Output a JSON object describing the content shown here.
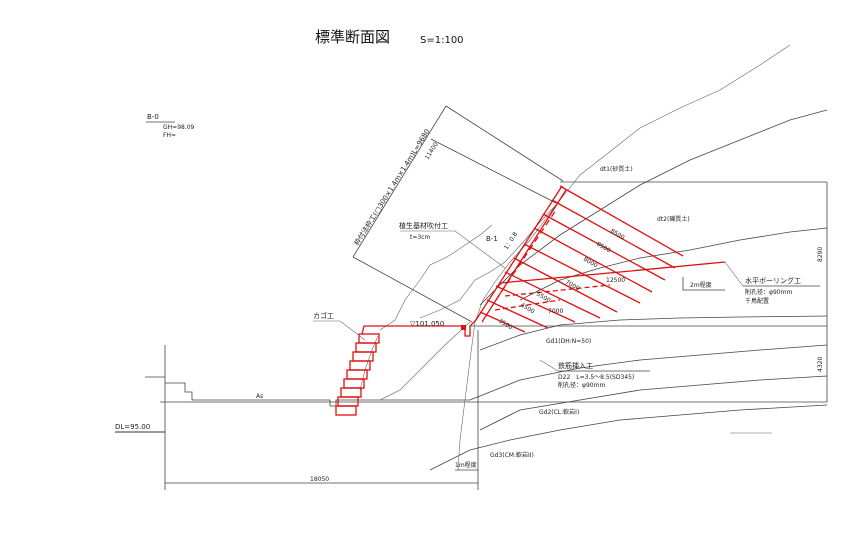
{
  "title": "標準断面図",
  "scale": "S=1:100",
  "borehole": {
    "name": "B-0",
    "gh": "GH=98.09",
    "fh": "FH="
  },
  "borehole_b1": "B-1",
  "labels": {
    "frame": "枠付法枠工(□300×1.4m×1.4m)L=9680",
    "frame_dim": "11400",
    "veg_title": "植生基材吹付工",
    "veg_thick": "t=3cm",
    "slope": "1：0.8",
    "kago": "カゴ工",
    "level": "▽101.050",
    "dl": "DL=95.00",
    "as": "As",
    "dt1": "dt1(砂質土)",
    "dt2": "dt2(礫質土)",
    "gd1": "Gd1(DH:N=50)",
    "gd2": "Gd2(CL:軟岩I)",
    "gd3": "Gd3(CM:軟岩II)"
  },
  "anchors": {
    "title": "鉄筋挿入工",
    "spec": "D22　L=3.5～8.5(SD345)",
    "dia": "削孔径：φ90mm",
    "lengths": [
      "8500",
      "8500",
      "8000",
      "12500",
      "7000",
      "5500",
      "4500",
      "7000",
      "3500"
    ]
  },
  "drain": {
    "title": "水平ボーリング工",
    "dia": "削孔径：φ90mm",
    "layout": "千鳥配置",
    "len": "2m程度"
  },
  "dims": {
    "bottom": "18050",
    "one_m": "1m程度",
    "right_top": "8290",
    "right_bottom": "4320"
  }
}
